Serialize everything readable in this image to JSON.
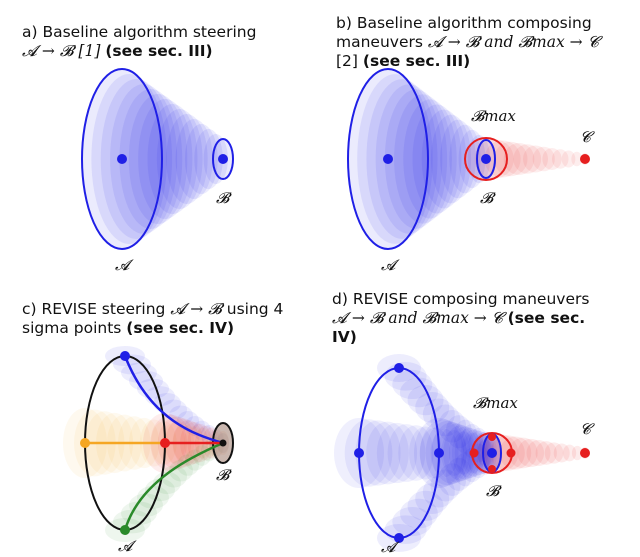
{
  "panels": {
    "a": {
      "caption_line1": "a) Baseline algorithm steering",
      "caption_line2_math": "𝓐 → 𝓑 [1]",
      "caption_line2_bold": "(see sec. III)",
      "label_A": "𝓐",
      "label_B": "𝓑"
    },
    "b": {
      "caption_line1": "b)  Baseline algorithm composing",
      "caption_line2_text": "maneuvers",
      "caption_line2_math": "𝓐 → 𝓑 and 𝓑max → 𝓒",
      "caption_line3": "[2]",
      "caption_line3_bold": "(see sec. III)",
      "label_A": "𝓐",
      "label_B": "𝓑",
      "label_Bmax": "𝓑max",
      "label_C": "𝓒"
    },
    "c": {
      "caption_line1_text": "c) REVISE steering",
      "caption_line1_math": "𝓐 → 𝓑",
      "caption_line1_tail": "using 4",
      "caption_line2": "sigma points",
      "caption_line2_bold": "(see sec. IV)",
      "label_A": "𝓐",
      "label_B": "𝓑"
    },
    "d": {
      "caption_line1": "d) REVISE composing maneuvers",
      "caption_line2_math": "𝓐 → 𝓑 and 𝓑max → 𝓒",
      "caption_line2_bold": "(see sec.",
      "caption_line3_bold": "IV)",
      "label_A": "𝓐",
      "label_B": "𝓑",
      "label_Bmax": "𝓑max",
      "label_C": "𝓒"
    }
  },
  "colors": {
    "blue": "#1f1fe6",
    "red": "#e61f1f",
    "orange": "#f5a623",
    "green": "#2a8a2a",
    "black": "#111111",
    "brown": "#8b5a4a"
  }
}
